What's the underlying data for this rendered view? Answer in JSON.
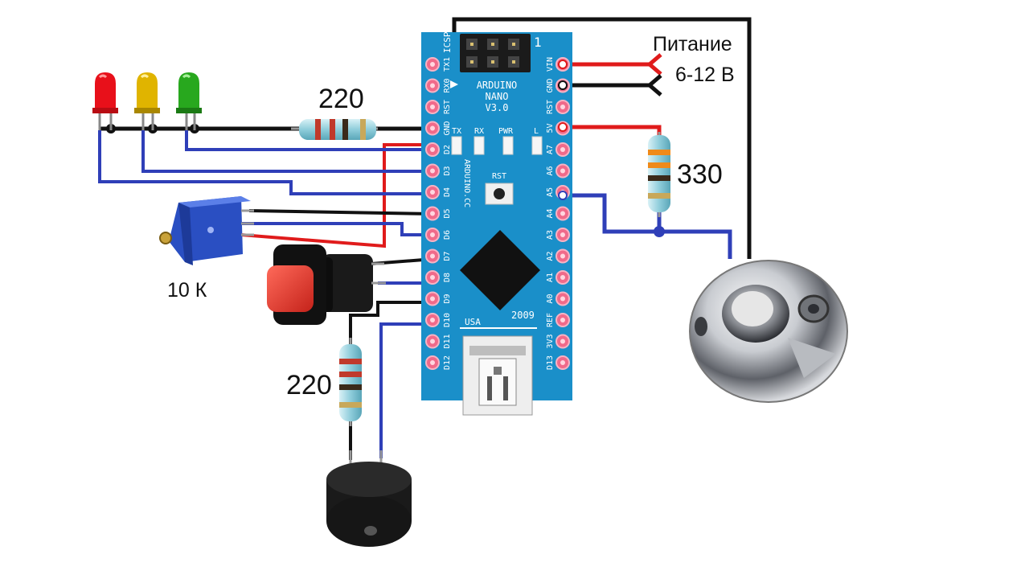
{
  "labels": {
    "power_title": "Питание",
    "power_range": "6-12 В",
    "led_resistor": "220",
    "pullup_resistor": "330",
    "pot_value": "10 К",
    "buzzer_resistor": "220"
  },
  "board": {
    "name_line1": "ARDUINO",
    "name_line2": "NANO",
    "name_line3": "V3.0",
    "rst_label": "RST",
    "usa_label": "USA",
    "year_label": "2009",
    "icsp_label": "ICSP",
    "icsp_pin1": "1",
    "site_label": "ARDUINO.CC",
    "led_labels": [
      "TX",
      "RX",
      "PWR",
      "L"
    ],
    "left_pins": [
      "TX1",
      "RX0",
      "RST",
      "GND",
      "D2",
      "D3",
      "D4",
      "D5",
      "D6",
      "D7",
      "D8",
      "D9",
      "D10",
      "D11",
      "D12"
    ],
    "right_pins": [
      "VIN",
      "GND",
      "RST",
      "5V",
      "A7",
      "A6",
      "A5",
      "A4",
      "A3",
      "A2",
      "A1",
      "A0",
      "REF",
      "3V3",
      "D13"
    ]
  },
  "colors": {
    "wire_black": "#111111",
    "wire_blue": "#2f3fb8",
    "wire_red": "#e01b1b",
    "board": "#1a8fc9",
    "pad": "#f06a8a",
    "led_red": "#e8101a",
    "led_yellow": "#e0b400",
    "led_green": "#28a81e"
  }
}
